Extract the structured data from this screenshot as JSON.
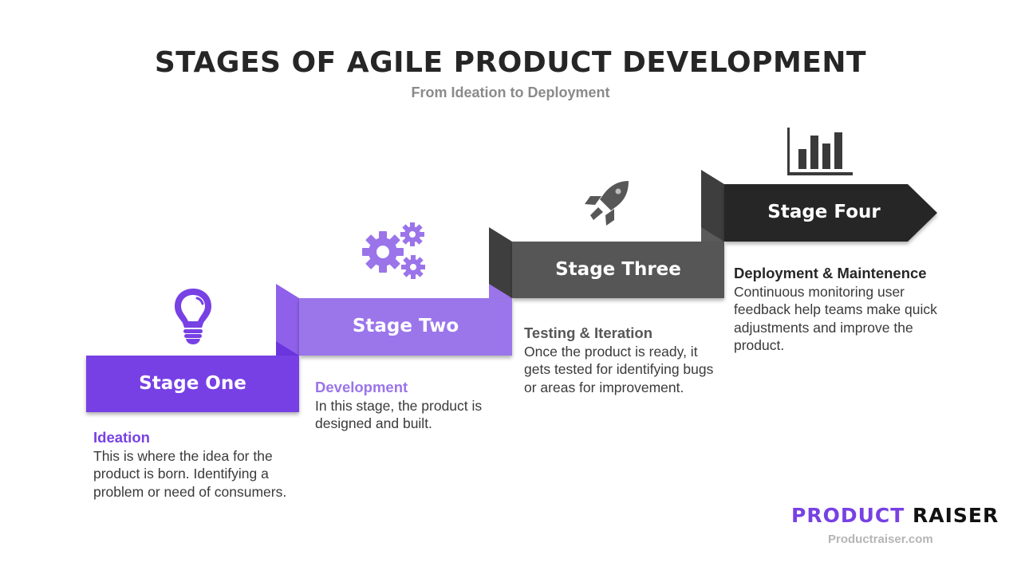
{
  "header": {
    "title": "STAGES OF AGILE PRODUCT DEVELOPMENT",
    "subtitle": "From Ideation to Deployment"
  },
  "stages": [
    {
      "label": "Stage One",
      "icon": "lightbulb-icon",
      "heading": "Ideation",
      "body": "This is where the idea for the product is born. Identifying a problem or need of consumers.",
      "color": "#7741e4",
      "heading_color": "#7741e4"
    },
    {
      "label": "Stage Two",
      "icon": "gears-icon",
      "heading": "Development",
      "body": "In this stage, the product is designed and built.",
      "color": "#9b74ea",
      "heading_color": "#9b74ea"
    },
    {
      "label": "Stage Three",
      "icon": "rocket-icon",
      "heading": "Testing & Iteration",
      "body": "Once the product is ready, it gets tested for identifying bugs or areas for improvement.",
      "color": "#575757",
      "heading_color": "#575757"
    },
    {
      "label": "Stage Four",
      "icon": "bar-chart-icon",
      "heading": "Deployment & Maintenence",
      "body": "Continuous monitoring user feedback help teams make quick adjustments and improve the product.",
      "color": "#262626",
      "heading_color": "#262626"
    }
  ],
  "footer": {
    "brand_part1": "PRODUCT",
    "brand_part2": "RAISER",
    "website": "Productraiser.com"
  }
}
